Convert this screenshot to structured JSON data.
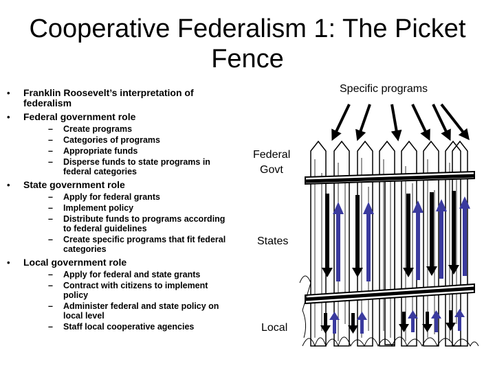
{
  "title": "Cooperative Federalism 1: The Picket Fence",
  "bullets": [
    {
      "text": "Franklin Roosevelt’s interpretation of federalism",
      "sub": []
    },
    {
      "text": "Federal government role",
      "sub": [
        "Create programs",
        "Categories of programs",
        "Appropriate funds",
        "Disperse funds to state programs in federal categories"
      ]
    },
    {
      "text": "State government role",
      "sub": [
        "Apply for federal grants",
        "Implement policy",
        "Distribute funds to programs according to federal guidelines",
        "Create specific programs that fit federal categories"
      ]
    },
    {
      "text": "Local government role",
      "sub": [
        "Apply for federal and state grants",
        "Contract with citizens to implement policy",
        "Administer federal and state policy on local level",
        "Staff local cooperative agencies"
      ]
    }
  ],
  "diagram": {
    "top_label": "Specific programs",
    "federal_label": [
      "Federal",
      "Govt"
    ],
    "states_label": "States",
    "local_label": "Local",
    "colors": {
      "down_arrow": "#000000",
      "up_arrow": "#3a3a9e"
    }
  }
}
